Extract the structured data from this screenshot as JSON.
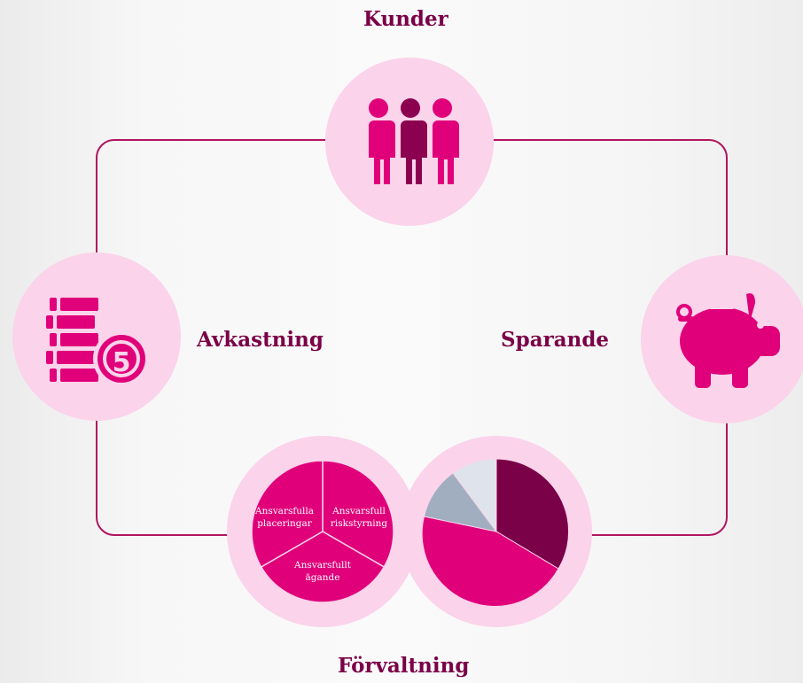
{
  "labels": {
    "top": "Kunder",
    "left": "Avkastning",
    "right": "Sparande",
    "bottom": "Förvaltning"
  },
  "pie_left": {
    "slices": [
      "Ansvarsfulla placeringar",
      "Ansvarsfull riskstyrning",
      "Ansvarsfullt ägande"
    ],
    "lines": {
      "a1": "Ansvarsfulla",
      "a2": "placeringar",
      "b1": "Ansvarsfull",
      "b2": "riskstyrning",
      "c1": "Ansvarsfullt",
      "c2": "ägande"
    }
  },
  "icons": {
    "top": "people-group-icon",
    "left": "coin-stack-icon",
    "right": "piggy-bank-icon"
  },
  "icon_text": {
    "coin_number": "5"
  },
  "colors": {
    "accent_dark": "#7a0047",
    "accent": "#e0007a",
    "circle_bg": "#fbd3ea",
    "line": "#b0155f",
    "grey_blue": "#a0aec0",
    "light_grey": "#dfe3ec"
  }
}
